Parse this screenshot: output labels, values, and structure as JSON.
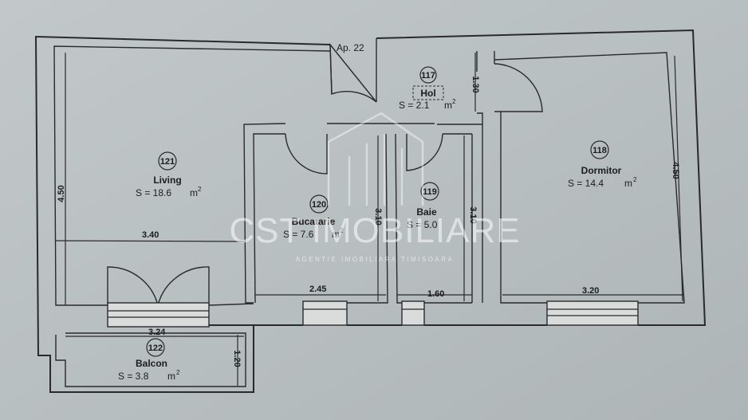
{
  "apartment_label": "Ap. 22",
  "rooms": {
    "hol": {
      "number": "117",
      "name": "Hol",
      "area": "S = 2.1",
      "unit": "m",
      "unit_exp": "2"
    },
    "living": {
      "number": "121",
      "name": "Living",
      "area": "S = 18.6",
      "unit": "m",
      "unit_exp": "2"
    },
    "bucatarie": {
      "number": "120",
      "name": "Bucatarie",
      "area": "S = 7.6",
      "unit": "m",
      "unit_exp": "2"
    },
    "baie": {
      "number": "119",
      "name": "Baie",
      "area": "S = 5.0",
      "unit": "m",
      "unit_exp": "2"
    },
    "dormitor": {
      "number": "118",
      "name": "Dormitor",
      "area": "S = 14.4",
      "unit": "m",
      "unit_exp": "2"
    },
    "balcon": {
      "number": "122",
      "name": "Balcon",
      "area": "S = 3.8",
      "unit": "m",
      "unit_exp": "2"
    }
  },
  "dimensions": {
    "living_width": "3.40",
    "living_height": "4.50",
    "hol_height": "1.30",
    "bucatarie_width": "2.45",
    "bucatarie_height": "3.10",
    "baie_width": "1.60",
    "baie_height": "3.10",
    "dormitor_width": "3.20",
    "dormitor_height": "4.50",
    "balcon_width": "3.24",
    "balcon_height": "1.20"
  },
  "watermark": {
    "brand": "CST IMOBILIARE",
    "tagline": "AGENTIE IMOBILIARA TIMISOARA"
  }
}
